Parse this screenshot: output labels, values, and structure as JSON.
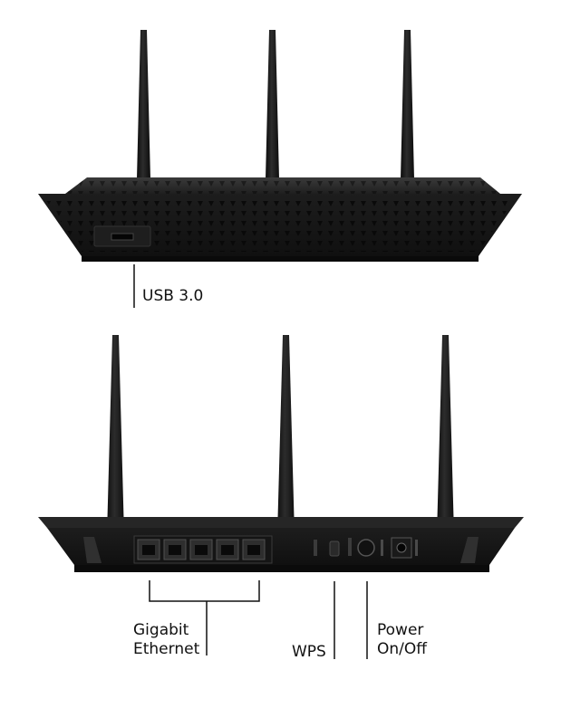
{
  "callouts": {
    "usb": "USB 3.0",
    "gigabit_line1": "Gigabit",
    "gigabit_line2": "Ethernet",
    "wps": "WPS",
    "power_line1": "Power",
    "power_line2": "On/Off"
  },
  "colors": {
    "device_body": "#1b1b1b",
    "device_top": "#2b2b2b",
    "vent_holes": "#0c0c0c",
    "callout_line": "#111111",
    "background": "#ffffff"
  }
}
